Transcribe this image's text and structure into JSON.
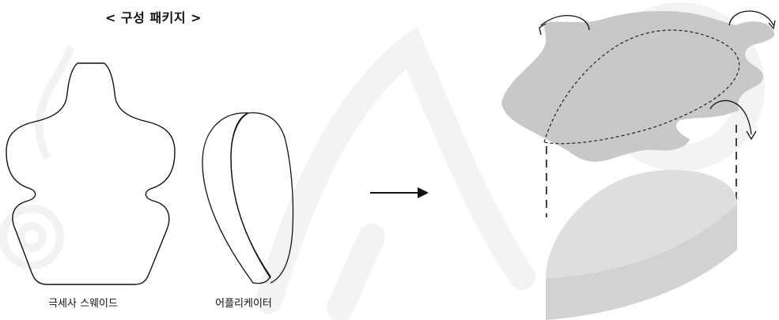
{
  "header": {
    "title": "< 구성 패키지 >"
  },
  "components": [
    {
      "label": "극세사 스웨이드"
    },
    {
      "label": "어플리케이터"
    }
  ],
  "colors": {
    "outline": "#111111",
    "suede_fill": "#c8c8c8",
    "applicator_top": "#dedede",
    "applicator_side": "#d2d2d2",
    "watermark": "#f3f3f3"
  },
  "icons": [
    "process-arrow-icon",
    "rotate-arrow-icon"
  ]
}
